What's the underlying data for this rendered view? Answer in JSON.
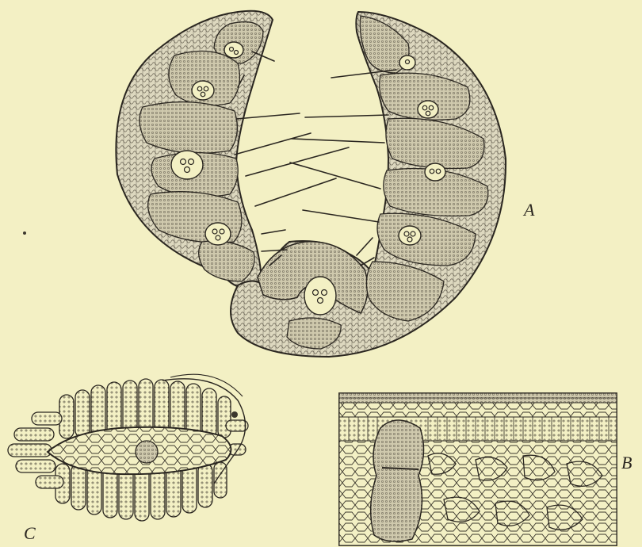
{
  "figure_labels": {
    "a": "A",
    "b": "B",
    "c": "C"
  },
  "colors": {
    "paper": "#f3f0c4",
    "ink": "#2a2620",
    "stipple": "#7d7668"
  }
}
